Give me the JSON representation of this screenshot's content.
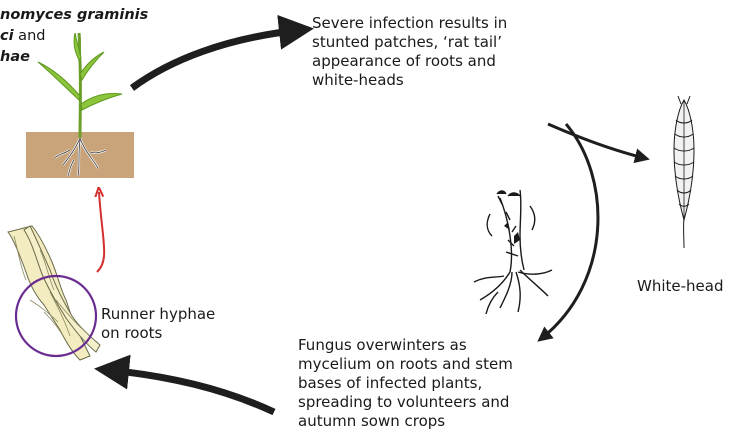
{
  "title": {
    "line1": "nomyces graminis",
    "line2_italic": "ci",
    "line2_plain": " and",
    "line3": "hae"
  },
  "labels": {
    "severe_infection": "Severe infection results in\nstunted patches, ‘rat tail’\nappearance of roots and\nwhite-heads",
    "white_head": "White-head",
    "runner_hyphae": "Runner hyphae\non roots",
    "fungus_overwinters": "Fungus overwinters as\nmycelium on roots and stem\nbases of infected plants,\nspreading to volunteers and\nautumn sown crops"
  },
  "icons": {
    "seedling": "seedling-in-soil-icon",
    "roots_magnified": "magnified-roots-icon",
    "stem_base": "infected-stem-base-icon",
    "white_head": "wheat-white-head-icon"
  },
  "colors": {
    "arrow": "#1e1e1e",
    "red_arrow": "#d32f2f",
    "soil": "#c9a37a",
    "leaf": "#8cc43c",
    "leaf_dark": "#5e9a1e",
    "circle": "#6a2c91",
    "root_fill": "#f3ecc0"
  }
}
